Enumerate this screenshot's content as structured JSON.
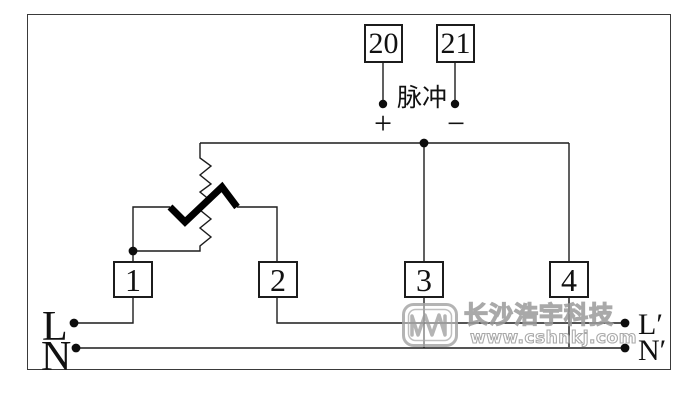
{
  "diagram": {
    "title_hint": "single-phase energy meter wiring diagram",
    "pulse": {
      "caption": "脉冲",
      "terminals": [
        {
          "label": "20",
          "polarity": "+"
        },
        {
          "label": "21",
          "polarity": "−"
        }
      ]
    },
    "meter_terminals": [
      {
        "label": "1"
      },
      {
        "label": "2"
      },
      {
        "label": "3"
      },
      {
        "label": "4"
      }
    ],
    "supply_side": {
      "live": "L",
      "neutral": "N"
    },
    "load_side": {
      "live": "L′",
      "neutral": "N′"
    }
  },
  "watermark": {
    "company": "长沙浩宇科技",
    "website": "www.cshnkj.com",
    "logo": "HY"
  },
  "colors": {
    "wire": "#1c1c1c",
    "background": "#ffffff",
    "watermark_gray": "#9b9b9b"
  }
}
